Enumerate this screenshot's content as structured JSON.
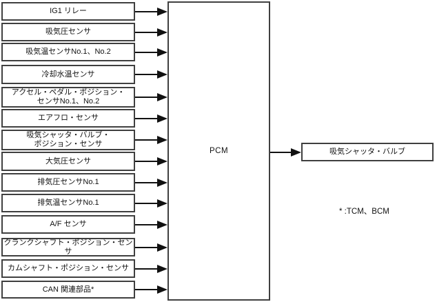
{
  "diagram": {
    "inputs": [
      {
        "label": "IG1 リレー"
      },
      {
        "label": "吸気圧センサ"
      },
      {
        "label": "吸気温センサNo.1、No.2"
      },
      {
        "label": "冷却水温センサ"
      },
      {
        "label": "アクセル・ペダル・ポジション・\nセンサNo.1、No.2"
      },
      {
        "label": "エアフロ・センサ"
      },
      {
        "label": "吸気シャッタ・バルブ・\nポジション・センサ"
      },
      {
        "label": "大気圧センサ"
      },
      {
        "label": "排気圧センサNo.1"
      },
      {
        "label": "排気温センサNo.1"
      },
      {
        "label": "A/F センサ"
      },
      {
        "label": "クランクシャフト・ポジション・センサ"
      },
      {
        "label": "カムシャフト・ポジション・センサ"
      },
      {
        "label": "CAN 関連部品*"
      }
    ],
    "pcm_label": "PCM",
    "output_label": "吸気シャッタ・バルブ",
    "note": "* :TCM、BCM"
  },
  "colors": {
    "background": "#ffffff",
    "border": "#3f3f3f",
    "text": "#111111",
    "arrow": "#111111"
  }
}
